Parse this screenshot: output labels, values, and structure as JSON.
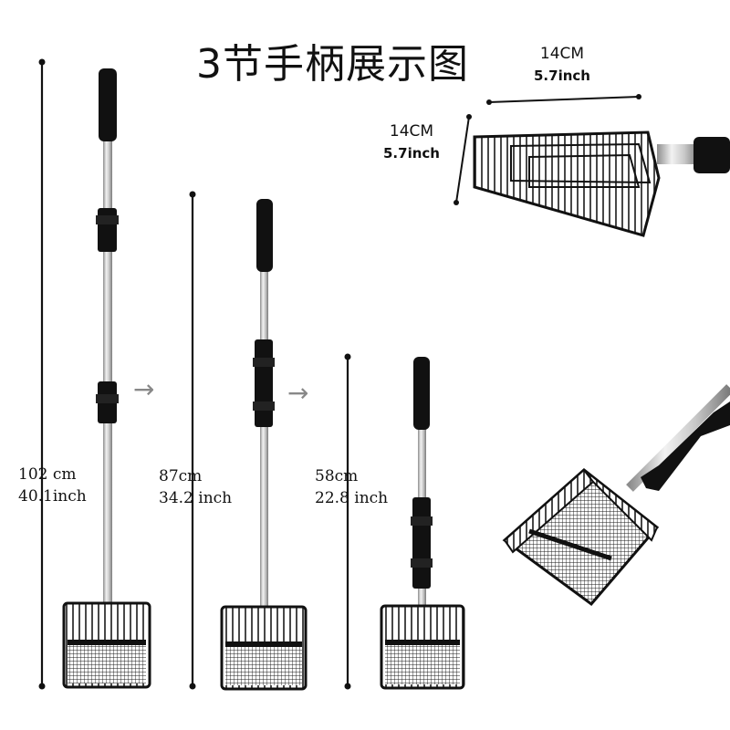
{
  "title": "3节手柄展示图",
  "arrows": [
    "→",
    "→"
  ],
  "measurements": {
    "full": {
      "cm": "102 cm",
      "inch": "40.1inch"
    },
    "medium": {
      "cm": "87cm",
      "inch": "34.2 inch"
    },
    "short": {
      "cm": "58cm",
      "inch": "22.8 inch"
    }
  },
  "scoop_dims": {
    "width": {
      "cm": "14CM",
      "inch": "5.7inch"
    },
    "depth": {
      "cm": "14CM",
      "inch": "5.7inch"
    }
  },
  "colors": {
    "handle_grip": "#111111",
    "pole": "#c8c8c8",
    "scoop": "#1a1a1a",
    "arrow": "#8a8a8a"
  }
}
